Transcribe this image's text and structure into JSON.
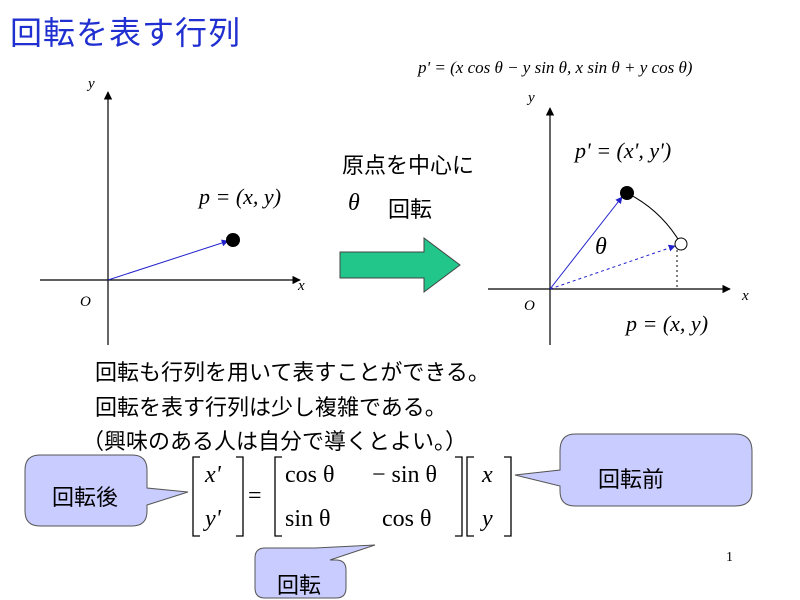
{
  "slide": {
    "title": "回転を表す行列",
    "page_number": "1"
  },
  "left_plot": {
    "x_label": "x",
    "y_label": "y",
    "origin_label": "O",
    "point_label": "p = (x, y)"
  },
  "right_plot": {
    "x_label": "x",
    "y_label": "y",
    "origin_label": "O",
    "formula": "p' = (x cos θ − y sin θ, x sin θ + y cos θ)",
    "rotated_point_label": "p' = (x', y')",
    "original_point_label": "p = (x, y)",
    "angle_label": "θ"
  },
  "transition": {
    "line1": "原点を中心に",
    "theta": "θ",
    "line2": "回転"
  },
  "body_text": [
    "回転も行列を用いて表すことができる。",
    "回転を表す行列は少し複雑である。",
    "（興味のある人は自分で導くとよい。）"
  ],
  "matrix": {
    "lhs": [
      "x'",
      "y'"
    ],
    "equals": "=",
    "rotation": [
      [
        "cos θ",
        "− sin θ"
      ],
      [
        "sin θ",
        "cos θ"
      ]
    ],
    "rhs": [
      "x",
      "y"
    ]
  },
  "callouts": {
    "after": "回転後",
    "before": "回転前",
    "rotation": "回転"
  },
  "colors": {
    "title": "#1f2fd0",
    "vector": "#2222cc",
    "arrow_fill": "#22c58a",
    "callout_fill": "#c9ccff"
  }
}
